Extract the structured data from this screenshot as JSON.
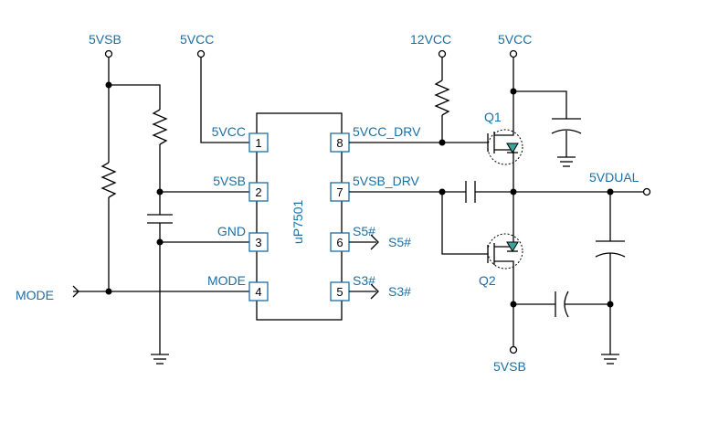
{
  "colors": {
    "label": "#1a6fa6",
    "wire": "#000000",
    "diode": "#3aa39a"
  },
  "rails": {
    "top_5vsb": "5VSB",
    "top_5vcc_left": "5VCC",
    "top_12vcc": "12VCC",
    "top_5vcc_right": "5VCC",
    "output": "5VDUAL",
    "bottom_5vsb": "5VSB",
    "mode_input": "MODE"
  },
  "ic": {
    "part": "uP7501",
    "pins_left": [
      {
        "num": "1",
        "name": "5VCC"
      },
      {
        "num": "2",
        "name": "5VSB"
      },
      {
        "num": "3",
        "name": "GND"
      },
      {
        "num": "4",
        "name": "MODE"
      }
    ],
    "pins_right": [
      {
        "num": "8",
        "name": "5VCC_DRV"
      },
      {
        "num": "7",
        "name": "5VSB_DRV"
      },
      {
        "num": "6",
        "name": "S5#"
      },
      {
        "num": "5",
        "name": "S3#"
      }
    ]
  },
  "signals": {
    "s5": "S5#",
    "s3": "S3#"
  },
  "transistors": {
    "q1": "Q1",
    "q2": "Q2"
  }
}
